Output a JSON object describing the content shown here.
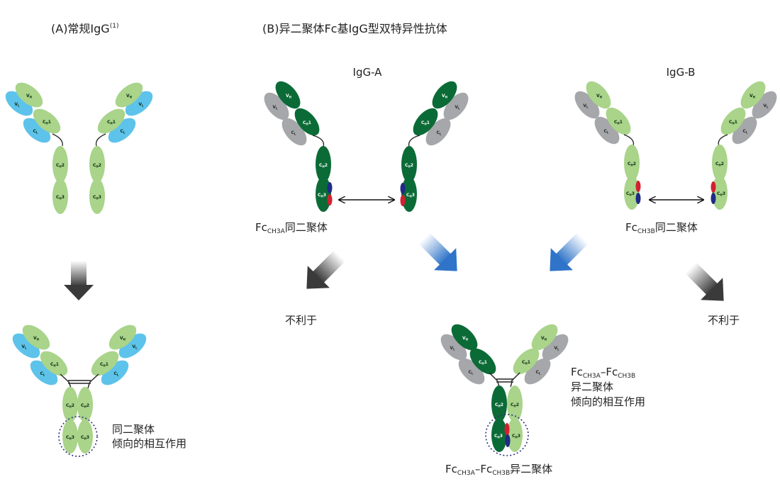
{
  "panel_a": {
    "title_main": "(A)常规IgG",
    "title_sup": "(1)",
    "note_line1": "同二聚体",
    "note_line2": "倾向的相互作用"
  },
  "panel_b": {
    "title": "(B)异二聚体Fc基IgG型双特异性抗体",
    "label_a": "IgG-A",
    "label_b": "IgG-B",
    "homo_a": {
      "prefix": "Fc",
      "sub": "CH3A",
      "suffix": "同二聚体"
    },
    "homo_b": {
      "prefix": "Fc",
      "sub": "CH3B",
      "suffix": "同二聚体"
    },
    "unfavorable_left": "不利于",
    "unfavorable_right": "不利于",
    "hetero_note": {
      "p1": "Fc",
      "s1": "CH3A",
      "dash": "–",
      "p2": "Fc",
      "s2": "CH3B",
      "line2": "异二聚体",
      "line3": "倾向的相互作用"
    },
    "hetero_caption": {
      "p1": "Fc",
      "s1": "CH3A",
      "dash": "–",
      "p2": "Fc",
      "s2": "CH3B",
      "suffix": "异二聚体"
    }
  },
  "domain_labels": {
    "vh": "V",
    "vh_sub": "H",
    "vl": "V",
    "vl_sub": "L",
    "ch1": "C",
    "ch1_sub": "H",
    "ch1_suf": "1",
    "cl": "C",
    "cl_sub": "L",
    "ch2": "C",
    "ch2_sub": "H",
    "ch2_suf": "2",
    "ch3": "C",
    "ch3_sub": "H",
    "ch3_suf": "3"
  },
  "colors": {
    "heavy_light_green": "#a9d48a",
    "heavy_dark_green": "#0b6b37",
    "light_chain_blue": "#5ec3ea",
    "light_chain_gray": "#a5a7aa",
    "knob_red": "#d32030",
    "hole_blue": "#1f2b86",
    "arrow_blue": "#2f74c8",
    "arrow_gray": "#3d3d3d",
    "ring_navy": "#2a2f78"
  }
}
